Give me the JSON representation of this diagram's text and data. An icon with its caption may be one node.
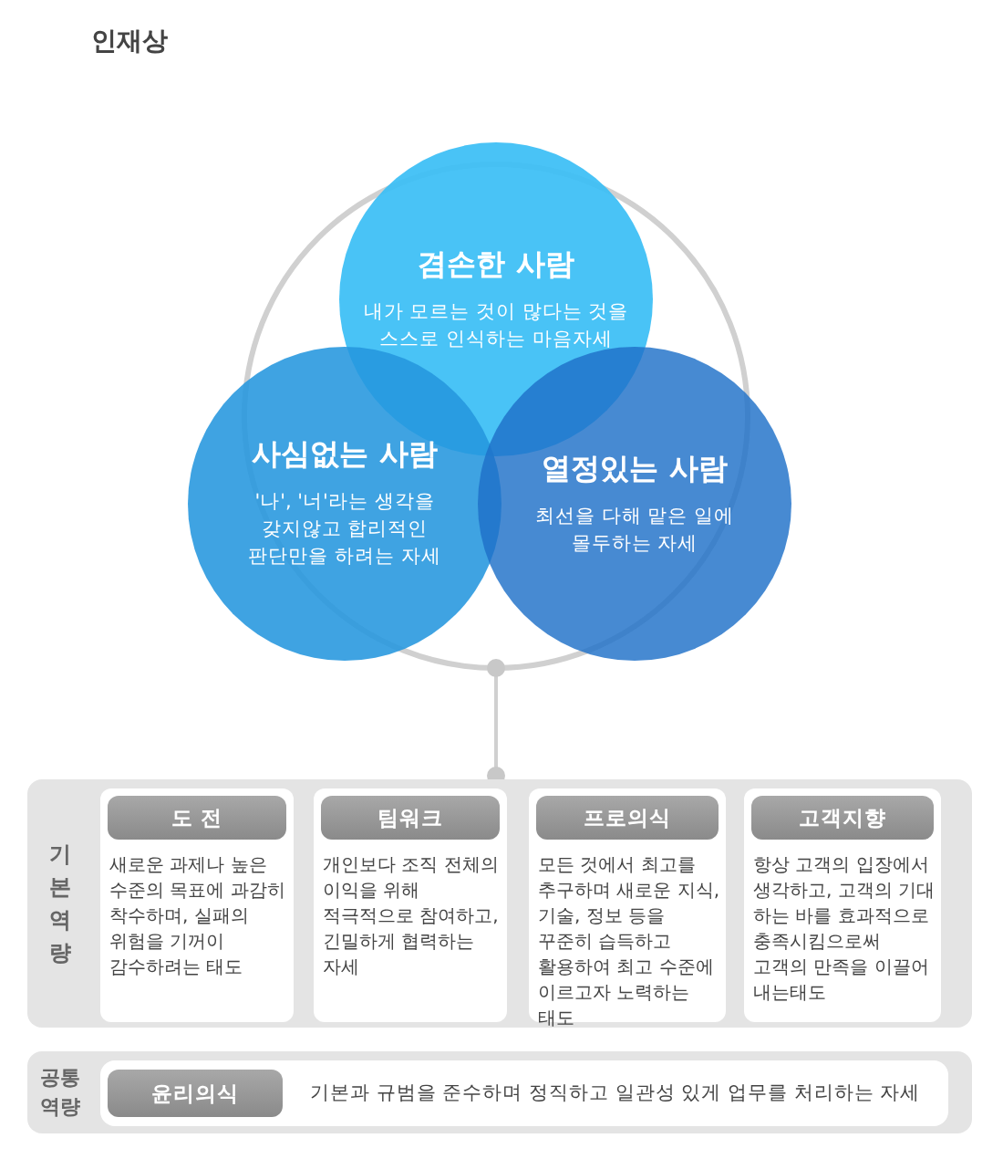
{
  "diagram": {
    "title": "인재상",
    "nodes": [
      {
        "text": [
          "겸손한 사람",
          "내가 모르는 것이 많다는 것을 스스로 인식하는 마음자세"
        ]
      },
      {
        "text": [
          "사심없는 사람",
          "'나', '너'라는 생각을 갖지않고 합리적인 판단만을 하려는 자세"
        ]
      },
      {
        "text": [
          "열정있는 사람",
          "최선을 다해 맡은 일에 몰두하는 자세"
        ]
      },
      {
        "text": [
          "기본역량"
        ]
      },
      {
        "text": [
          "도 전",
          "새로운 과제나 높은 수준의 목표에 과감히 착수하며, 실패의 위험을 기꺼이 감수하려는 태도"
        ],
        "in": 3
      },
      {
        "text": [
          "팀워크",
          "개인보다 조직 전체의 이익을 위해 적극적으로 참여하고, 긴밀하게 협력하는 자세"
        ],
        "in": 3
      },
      {
        "text": [
          "프로의식",
          "모든 것에서 최고를 추구하며 새로운 지식, 기술, 정보 등을 꾸준히 습득하고 활용하여 최고 수준에 이르고자 노력하는 태도"
        ],
        "in": 3
      },
      {
        "text": [
          "고객지향",
          "항상 고객의 입장에서 생각하고, 고객의 기대 하는 바를 효과적으로 충족시킴으로써 고객의 만족을 이끌어 내는태도"
        ],
        "in": 3
      },
      {
        "text": [
          "공통역량"
        ]
      },
      {
        "text": [
          "윤리의식",
          "기본과 규범을 준수하며 정직하고 일관성 있게 업무를 처리하는 자세"
        ],
        "in": 8
      }
    ]
  }
}
